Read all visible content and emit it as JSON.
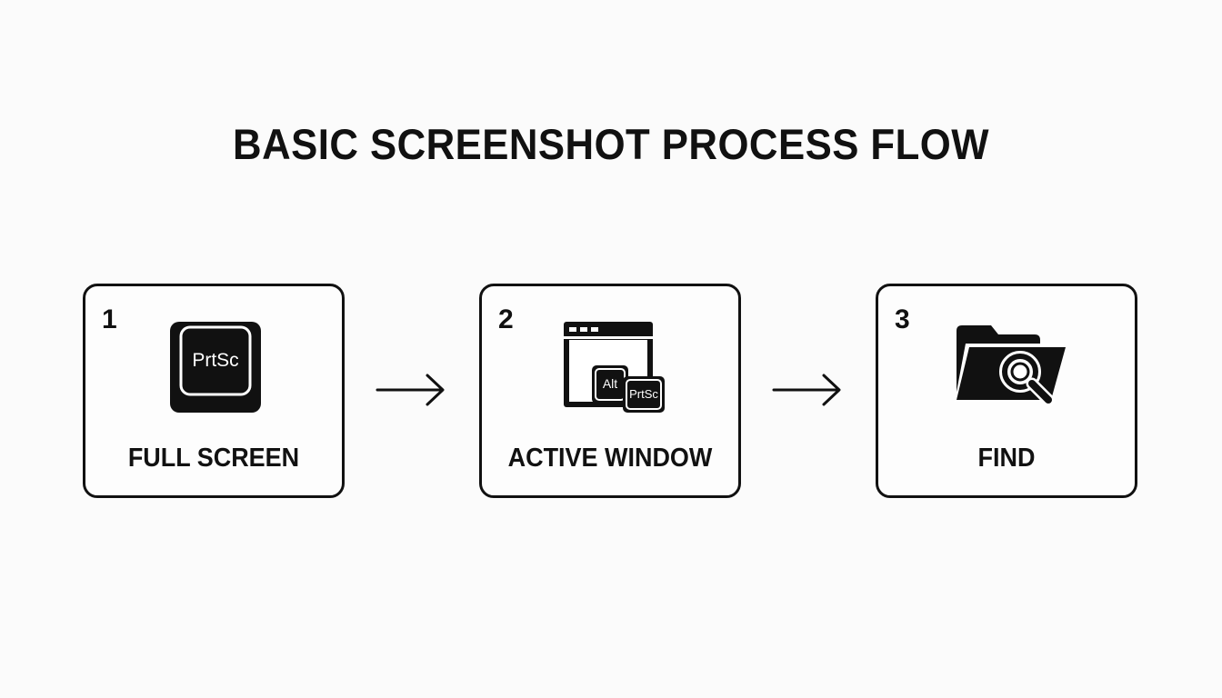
{
  "title": "BASIC SCREENSHOT PROCESS FLOW",
  "steps": [
    {
      "number": "1",
      "label": "FULL SCREEN",
      "icon": "prtsc-key-icon",
      "key_text": "PrtSc"
    },
    {
      "number": "2",
      "label": "ACTIVE WINDOW",
      "icon": "window-alt-prtsc-icon",
      "key_alt": "Alt",
      "key_prtsc": "PrtSc"
    },
    {
      "number": "3",
      "label": "FIND",
      "icon": "folder-search-icon"
    }
  ],
  "arrows": [
    "arrow-right-icon",
    "arrow-right-icon"
  ],
  "colors": {
    "ink": "#111111",
    "background": "#fbfbfb"
  }
}
